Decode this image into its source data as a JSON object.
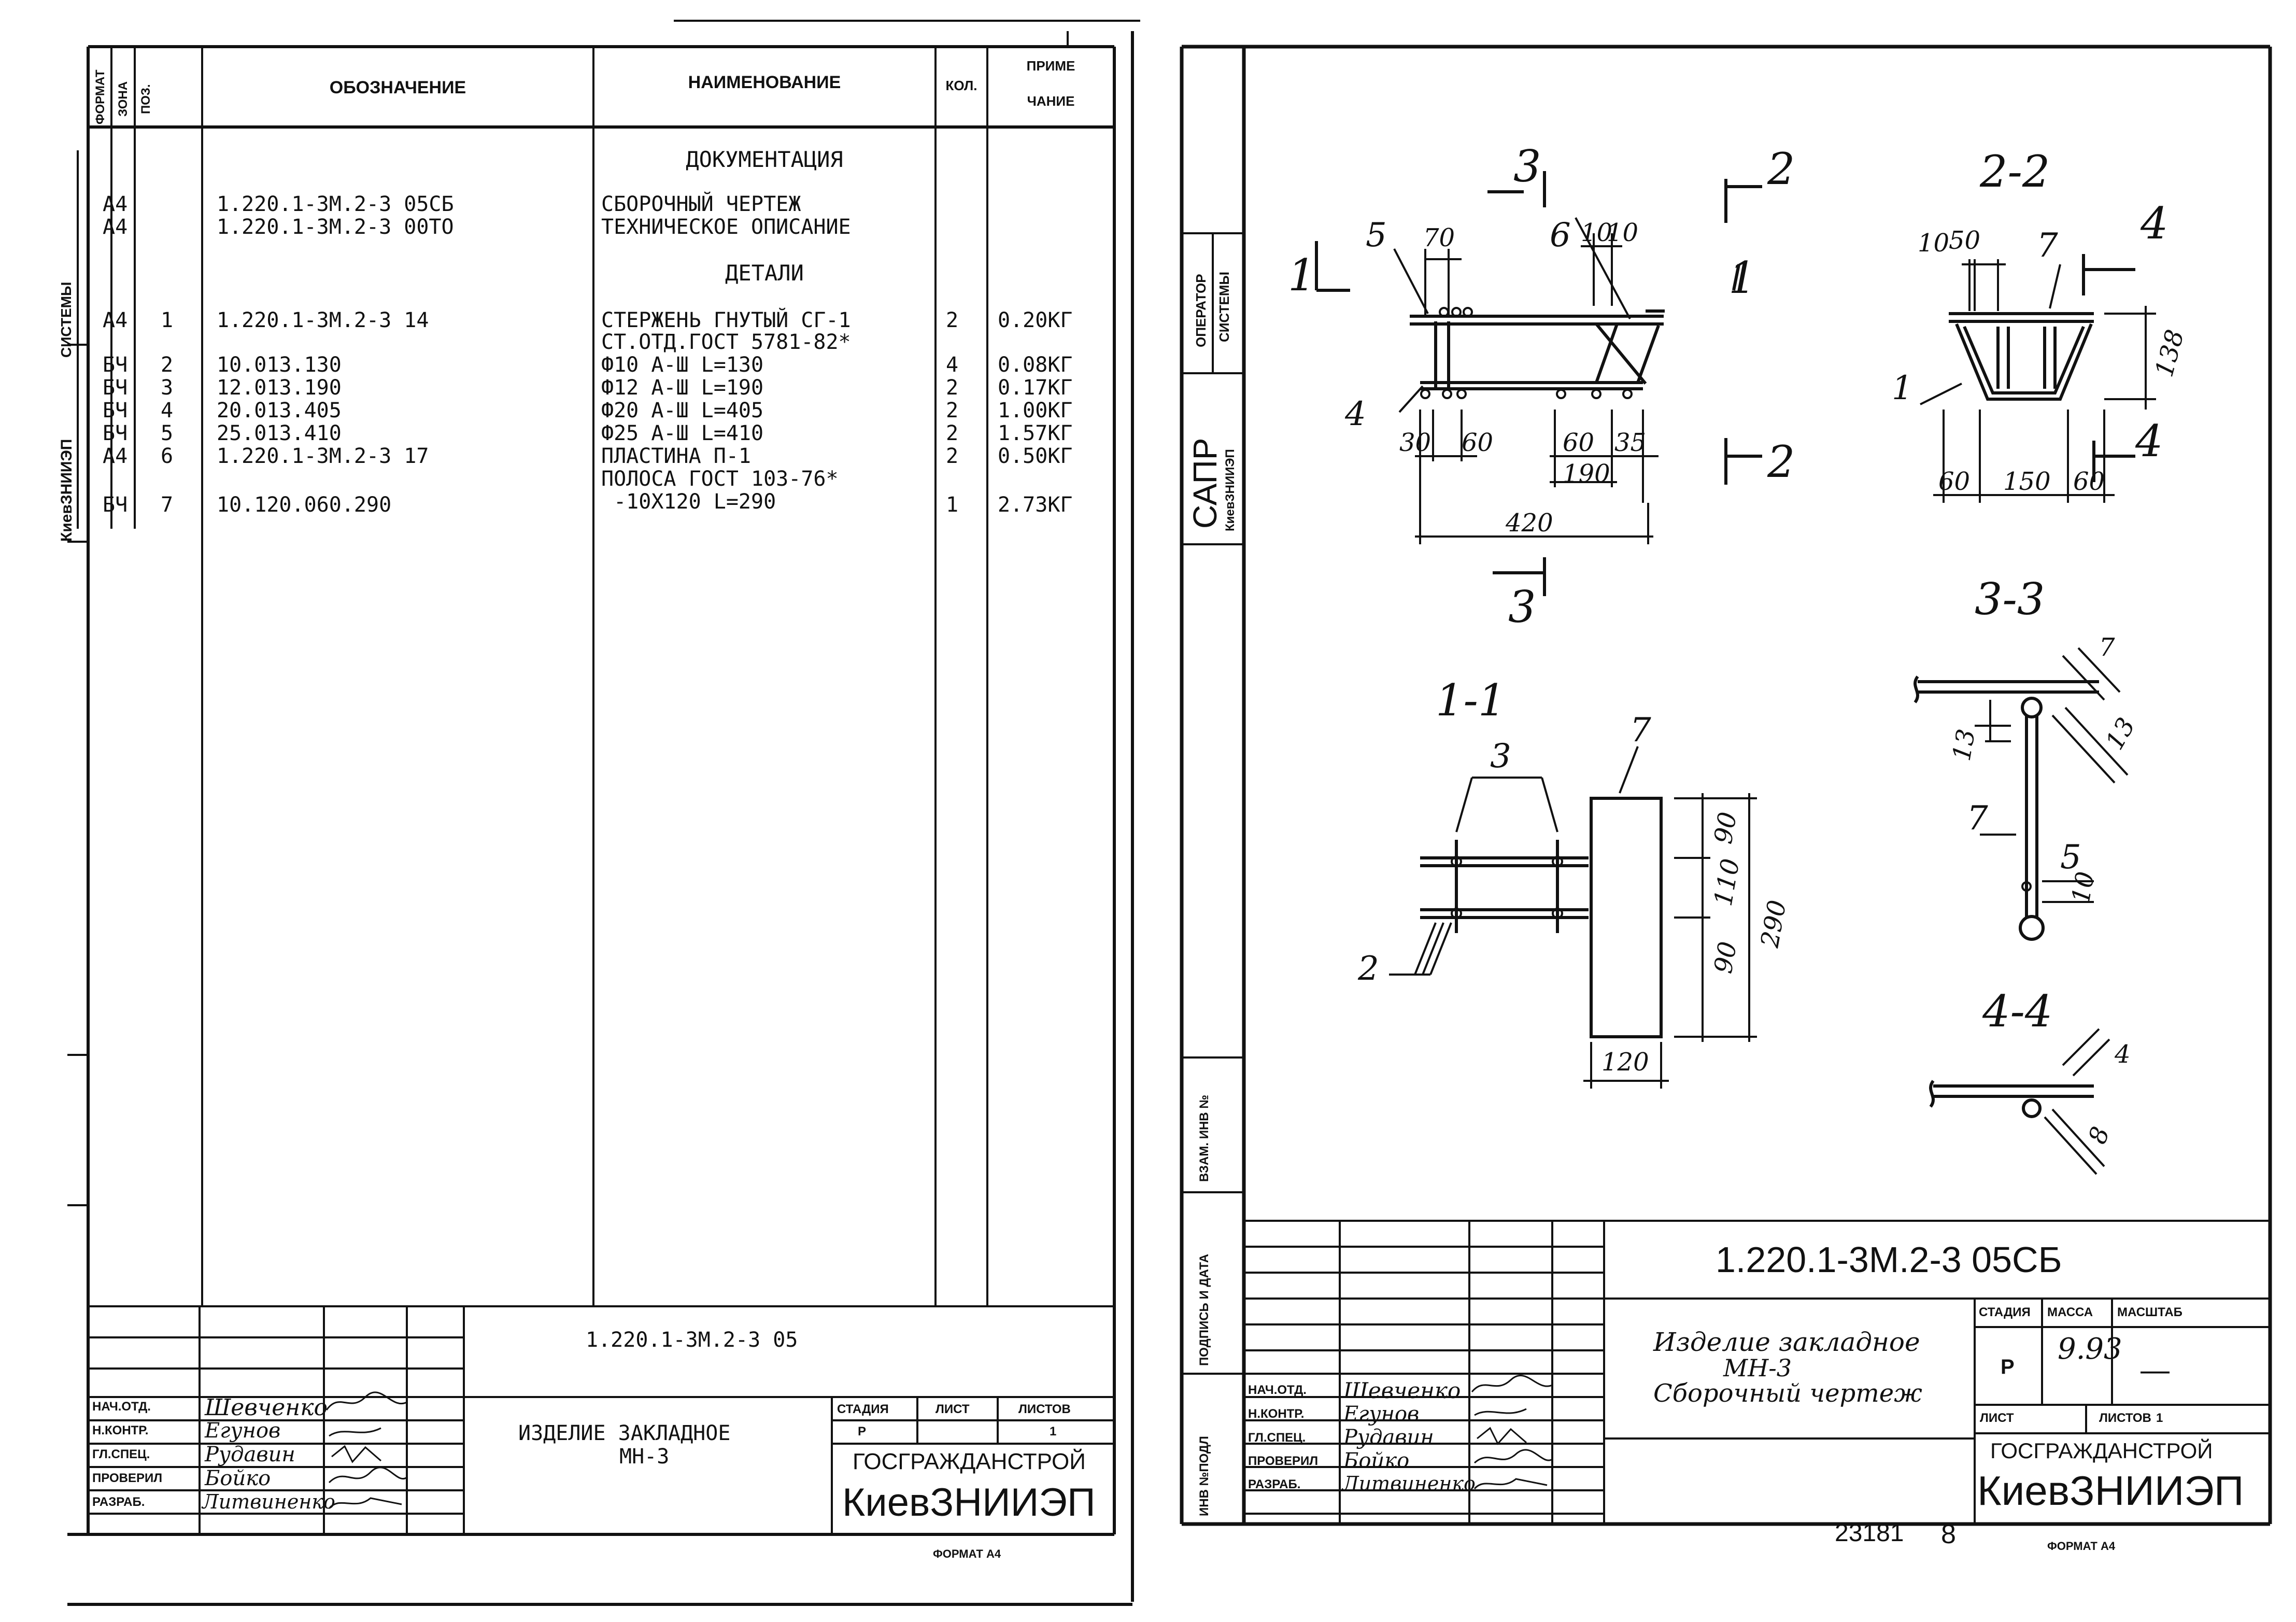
{
  "left_sheet": {
    "side_labels": {
      "systems": "СИСТЕМЫ",
      "institute": "КиевЗНИИЭП"
    },
    "table_headers": {
      "format": "ФОРМАТ",
      "zone": "ЗОНА",
      "pos": "ПОЗ.",
      "designation": "ОБОЗНАЧЕНИЕ",
      "name": "НАИМЕНОВАНИЕ",
      "qty": "КОЛ.",
      "note_1": "ПРИМЕ",
      "note_2": "ЧАНИЕ"
    },
    "section_documentation": "ДОКУМЕНТАЦИЯ",
    "section_details": "ДЕТАЛИ",
    "rows": [
      {
        "format": "А4",
        "pos": "",
        "designation": "1.220.1-3М.2-3 05СБ",
        "name": "СБОРОЧНЫЙ ЧЕРТЕЖ",
        "qty": "",
        "note": ""
      },
      {
        "format": "А4",
        "pos": "",
        "designation": "1.220.1-3М.2-3 00ТО",
        "name": "ТЕХНИЧЕСКОЕ ОПИСАНИЕ",
        "qty": "",
        "note": ""
      },
      {
        "format": "А4",
        "pos": "1",
        "designation": "1.220.1-3М.2-3 14",
        "name": "СТЕРЖЕНЬ ГНУТЫЙ СГ-1",
        "qty": "2",
        "note": "0.20КГ"
      },
      {
        "format": "",
        "pos": "",
        "designation": "",
        "name": "СТ.ОТД.ГОСТ 5781-82*",
        "qty": "",
        "note": ""
      },
      {
        "format": "БЧ",
        "pos": "2",
        "designation": "10.013.130",
        "name": "Ф10 А-Ш L=130",
        "qty": "4",
        "note": "0.08КГ"
      },
      {
        "format": "БЧ",
        "pos": "3",
        "designation": "12.013.190",
        "name": "Ф12 А-Ш L=190",
        "qty": "2",
        "note": "0.17КГ"
      },
      {
        "format": "БЧ",
        "pos": "4",
        "designation": "20.013.405",
        "name": "Ф20 А-Ш L=405",
        "qty": "2",
        "note": "1.00КГ"
      },
      {
        "format": "БЧ",
        "pos": "5",
        "designation": "25.013.410",
        "name": "Ф25 А-Ш L=410",
        "qty": "2",
        "note": "1.57КГ"
      },
      {
        "format": "А4",
        "pos": "6",
        "designation": "1.220.1-3М.2-3 17",
        "name": "ПЛАСТИНА П-1",
        "qty": "2",
        "note": "0.50КГ"
      },
      {
        "format": "",
        "pos": "",
        "designation": "",
        "name": "ПОЛОСА ГОСТ 103-76*",
        "qty": "",
        "note": ""
      },
      {
        "format": "",
        "pos": "",
        "designation": "",
        "name": " -10Х120 L=290",
        "qty": "",
        "note": ""
      },
      {
        "format": "БЧ",
        "pos": "7",
        "designation": "10.120.060.290",
        "name": "",
        "qty": "1",
        "note": "2.73КГ"
      }
    ],
    "title_block": {
      "code": "1.220.1-3М.2-3 05",
      "title_1": "ИЗДЕЛИЕ ЗАКЛАДНОЕ",
      "title_2": "МН-3",
      "stage_h": "СТАДИЯ",
      "sheet_h": "ЛИСТ",
      "sheets_h": "ЛИСТОВ",
      "stage": "Р",
      "sheets": "1",
      "org_1": "ГОСГРАЖДАНСТРОЙ",
      "org_2": "КиевЗНИИЭП",
      "roles": [
        "НАЧ.ОТД.",
        "Н.КОНТР.",
        "ГЛ.СПЕЦ.",
        "ПРОВЕРИЛ",
        "РАЗРАБ."
      ],
      "names": [
        "Шевченко",
        "Егунов",
        "Рудавин",
        "Бойко",
        "Литвиненко"
      ]
    },
    "format_label": "ФОРМАТ А4"
  },
  "right_sheet": {
    "side_labels": {
      "operator": "ОПЕРАТОР",
      "systems": "СИСТЕМЫ",
      "sapr": "САПР",
      "institute": "КиевЗНИИЭП",
      "inv": "ВЗАМ. ИНВ №",
      "sign": "ПОДПИСЬ И ДАТА",
      "invorig": "ИНВ №ПОДЛ"
    },
    "drawing": {
      "section_labels": [
        "2-2",
        "3-3",
        "1-1",
        "4-4"
      ],
      "cut_marks": [
        "1",
        "1",
        "2",
        "2",
        "3",
        "3",
        "4",
        "4"
      ],
      "callouts_front": [
        "5",
        "6",
        "4"
      ],
      "callouts_22": [
        "7",
        "1"
      ],
      "callouts_11": [
        "3",
        "7",
        "2"
      ],
      "callouts_33": [
        "7",
        "5"
      ],
      "dims_front": [
        "70",
        "10",
        "10",
        "30",
        "60",
        "60",
        "35",
        "190",
        "420"
      ],
      "dims_22": [
        "10",
        "50",
        "138",
        "60",
        "150",
        "60"
      ],
      "dims_11": [
        "90",
        "110",
        "90",
        "290",
        "120"
      ],
      "dims_33": [
        "7",
        "13",
        "13",
        "10"
      ],
      "dims_44": [
        "4",
        "8"
      ]
    },
    "title_block": {
      "code": "1.220.1-3М.2-3  05СБ",
      "title_1": "Изделие закладное",
      "title_2": "МН-3",
      "title_3": "Сборочный чертеж",
      "stage_h": "СТАДИЯ",
      "mass_h": "МАССА",
      "scale_h": "МАСШТАБ",
      "stage": "Р",
      "mass": "9.93",
      "scale": "—",
      "sheet_h": "ЛИСТ",
      "sheets_h": "ЛИСТОВ",
      "sheets": "1",
      "org_1": "ГОСГРАЖДАНСТРОЙ",
      "org_2": "КиевЗНИИЭП",
      "roles": [
        "НАЧ.ОТД.",
        "Н.КОНТР.",
        "ГЛ.СПЕЦ.",
        "ПРОВЕРИЛ",
        "РАЗРАБ."
      ],
      "names": [
        "Шевченко",
        "Егунов",
        "Рудавин",
        "Бойко",
        "Литвиненко"
      ]
    },
    "number": "23181",
    "sheet_no": "8",
    "format_label": "ФОРМАТ А4"
  }
}
